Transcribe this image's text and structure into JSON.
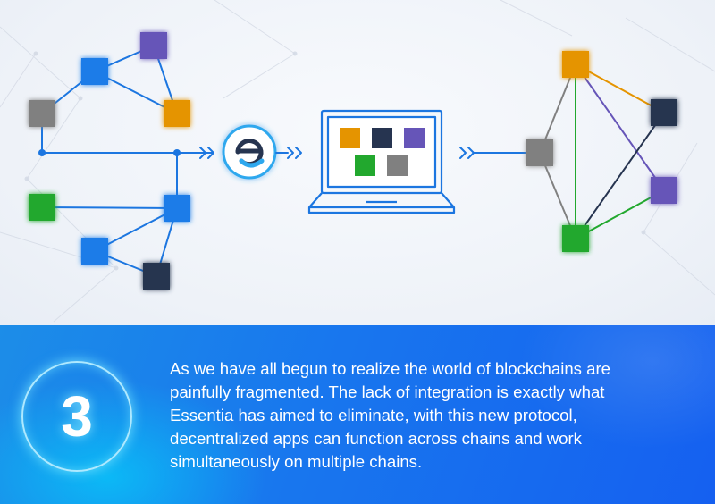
{
  "step_number": "3",
  "description_lines": [
    "As we have all begun to realize the world of blockchains are",
    "painfully fragmented. The lack of integration is exactly what",
    "Essentia has aimed to eliminate, with this new protocol,",
    "decentralized apps can function across chains and work",
    "simultaneously on multiple chains."
  ],
  "logo_letter": "e",
  "colors": {
    "blue": "#1a7be8",
    "purple": "#6655b8",
    "orange": "#e59400",
    "gray": "#808080",
    "green": "#22a82e",
    "navy": "#263450",
    "line_blue": "#1c76e0"
  }
}
